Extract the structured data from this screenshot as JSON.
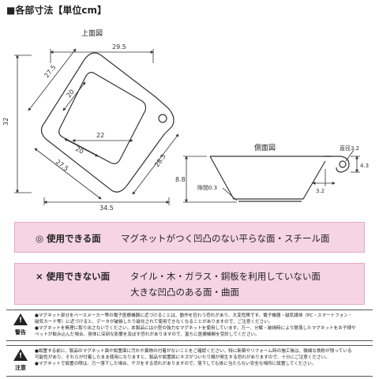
{
  "heading": "■各部寸法【単位cm】",
  "top_view": {
    "title": "上面図",
    "dims": {
      "width_top": "29.5",
      "outer_left_upper": "27.5",
      "inner_upper": "20",
      "height_left": "32",
      "inner_width": "22",
      "inner_lower": "20",
      "outer_left_lower": "27.5",
      "outer_right": "28.5",
      "width_bottom": "34.5"
    }
  },
  "side_view": {
    "title": "側面図",
    "dims": {
      "hole_diameter": "直径3.2",
      "handle_height": "4.3",
      "height": "8.8",
      "gap": "隙間0.3",
      "handle_width": "3.2"
    }
  },
  "usable": {
    "label": "◎ 使用できる面",
    "text": "マグネットがつく凹凸のない平らな面・スチール面"
  },
  "unusable": {
    "label": "× 使用できない面",
    "text1": "タイル・木・ガラス・銅板を利用していない面",
    "text2": "大きな凹凸のある面・曲面"
  },
  "warning": {
    "icon_label": "警告",
    "lines": [
      "●マグネット部分をペースメーカー等の電子医療機器に近づけることは、動作を狂わう恐れがあり、大変危険です。電子機器・磁気媒体（PC・スマートフォン・",
      "磁気カード等）に近づけると、データが破損したり磁化されて使用できなくなることがありますので、ご注意ください。",
      "●マグネットを無理に取り出さないでください。本製品には小型の強力なマグネットを使用しています。万一、分解・破損時により脱落したマグネットをお子様や",
      "ペットが飲み込んだ場合、身体に深刻な影響を及ぼす恐れがありますので、直ちに医療機関を受診してください。"
    ]
  },
  "caution": {
    "icon_label": "注意",
    "lines": [
      "●設置する前に、製品のマグネット面や設置面に汚れや異物の付着がないことをご確認ください。特に新築やリフォーム時の施工後は、微細な鉄粉が残っている",
      "可能性があり、それらが付着したまま使用になりますと、製品や設置面にキズがついたり錆が発生する恐れがありますので、十分にご注意ください。",
      "●マグネットで設置の際は、万一落下した場合、ケガをする恐れがありますので、落下しても体に当たらない安全な場所に設置してください。"
    ]
  }
}
